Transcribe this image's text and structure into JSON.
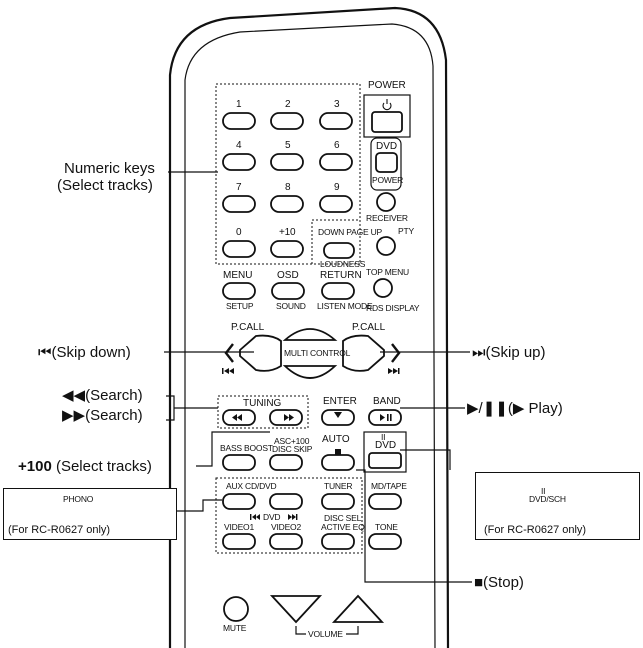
{
  "remote": {
    "power": "POWER",
    "dvd": "DVD",
    "dvd_power": "POWER",
    "receiver": "RECEIVER",
    "pty": "PTY",
    "num1": "1",
    "num2": "2",
    "num3": "3",
    "num4": "4",
    "num5": "5",
    "num6": "6",
    "num7": "7",
    "num8": "8",
    "num9": "9",
    "num0": "0",
    "plus10": "+10",
    "down_page_up": "DOWN PAGE UP",
    "loudness": "LOUDNESS",
    "return": "RETURN",
    "top_menu": "TOP MENU",
    "menu": "MENU",
    "osd": "OSD",
    "setup": "SETUP",
    "sound": "SOUND",
    "listen_mode": "LISTEN MODE",
    "rds_display": "RDS DISPLAY",
    "p_call_left": "P.CALL",
    "p_call_right": "P.CALL",
    "multi_control": "MULTI CONTROL",
    "tuning": "TUNING",
    "enter": "ENTER",
    "band": "BAND",
    "bass_boost": "BASS BOOST",
    "ascii_100": "ASC+100",
    "disc_skip": "DISC SKIP",
    "auto": "AUTO",
    "pause_mark": "II",
    "dvd2": "DVD",
    "aux_cd_dvd": "AUX CD/DVD",
    "tuner": "TUNER",
    "md_tape": "MD/TAPE",
    "dvd_row": "DVD",
    "disc_sel": "DISC SEL",
    "active_eq": "ACTIVE EQ",
    "video1": "VIDEO1",
    "video2": "VIDEO2",
    "tone": "TONE",
    "mute": "MUTE",
    "volume": "VOLUME"
  },
  "callouts": {
    "numeric_line1": "Numeric keys",
    "numeric_line2": "(Select tracks)",
    "skip_down": "⏮(Skip down)",
    "skip_up": "⏭(Skip up)",
    "search1": "◀◀(Search)",
    "search2": "▶▶(Search)",
    "play": "▶/❚❚(▶ Play)",
    "plus100_bold": "+100",
    "plus100_rest": " (Select tracks)",
    "stop": "■(Stop)"
  },
  "insets": {
    "phono": "PHONO",
    "phono_note": "(For RC-R0627 only)",
    "dvdsch_mark": "II",
    "dvdsch": "DVD/SCH",
    "dvdsch_note": "(For RC-R0627 only)"
  }
}
